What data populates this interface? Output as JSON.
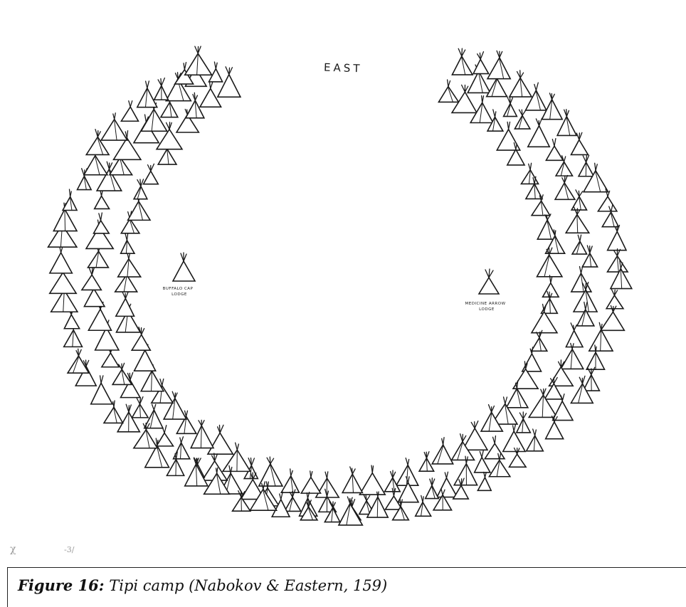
{
  "diagram": {
    "direction_label": "EAST",
    "lodges": [
      {
        "id": "buffalo-cap",
        "lines": [
          "BUFFALO CAP",
          "LODGE"
        ]
      },
      {
        "id": "medicine-arrow",
        "lines": [
          "MEDICINE ARROW",
          "LODGE"
        ]
      }
    ],
    "margin_marks": [
      "χ",
      "-3/"
    ]
  },
  "caption": {
    "figure_label": "Figure 16:",
    "text": " Tipi camp (Nabokov & Eastern, 159)"
  }
}
